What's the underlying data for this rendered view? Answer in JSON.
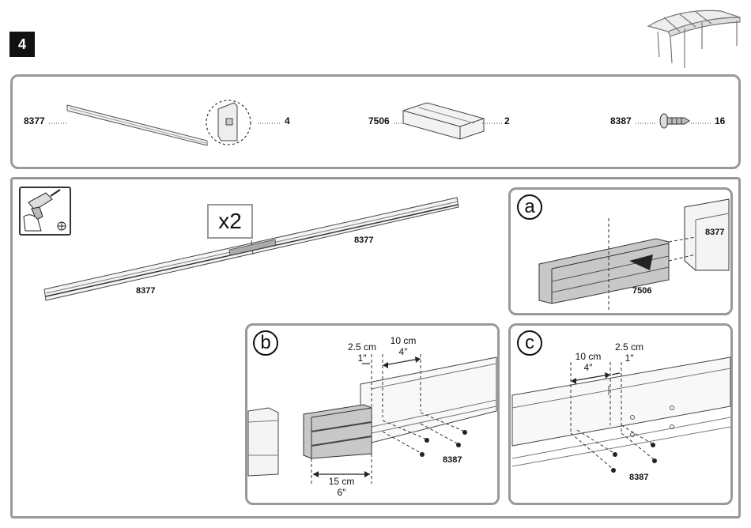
{
  "step": {
    "number": "4"
  },
  "parts": [
    {
      "code": "8377",
      "qty": "4"
    },
    {
      "code": "7506",
      "qty": "2"
    },
    {
      "code": "8387",
      "qty": "16"
    }
  ],
  "main": {
    "multiplier": "x2",
    "rail_label_1": "8377",
    "rail_label_2": "8377"
  },
  "detail_a": {
    "letter": "a",
    "rail_label": "8377",
    "connector_label": "7506"
  },
  "detail_b": {
    "letter": "b",
    "dim1_metric": "2.5 cm",
    "dim1_imperial": "1″",
    "dim2_metric": "10 cm",
    "dim2_imperial": "4″",
    "dim3_metric": "15 cm",
    "dim3_imperial": "6″",
    "screw_label": "8387"
  },
  "detail_c": {
    "letter": "c",
    "dim1_metric": "10 cm",
    "dim1_imperial": "4″",
    "dim2_metric": "2.5 cm",
    "dim2_imperial": "1″",
    "screw_label": "8387"
  },
  "icons": [
    "drill-icon",
    "screw-icon",
    "carport-icon",
    "rail-icon",
    "connector-icon"
  ]
}
